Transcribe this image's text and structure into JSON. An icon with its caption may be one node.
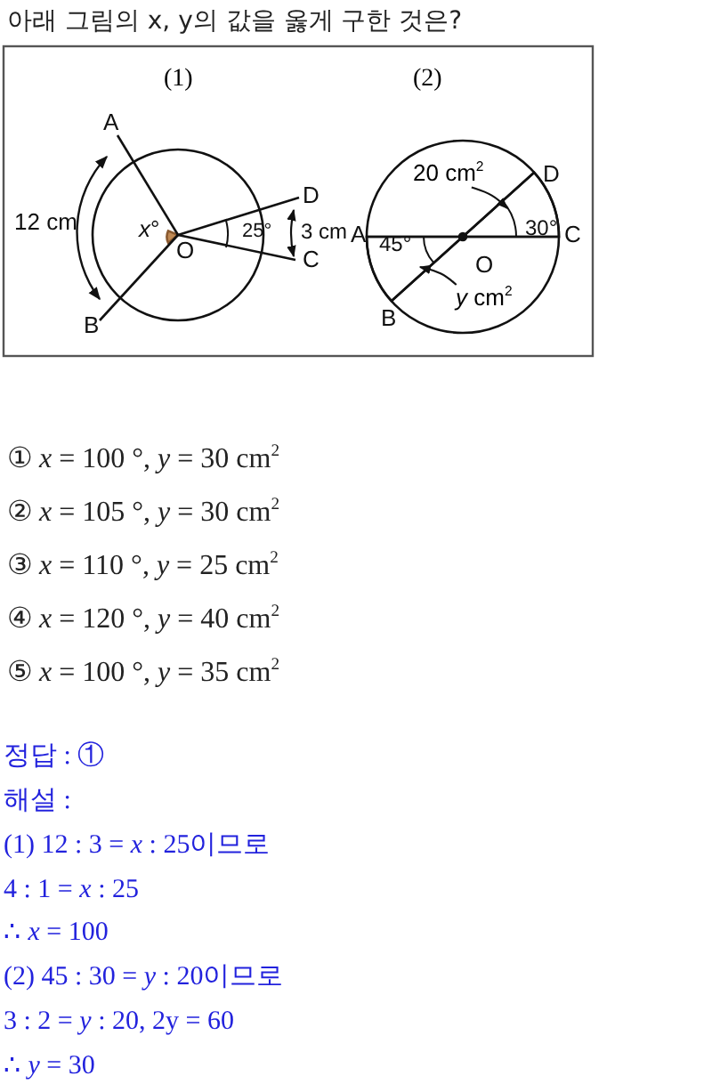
{
  "diagram": {
    "title": "아래 그림의 x, y의 값을 옳게 구한 것은?",
    "nodes": [
      {
        "text": [
          "20 cm$^{2}$"
        ]
      },
      {
        "text": [
          "*y* cm$^{2}$"
        ]
      },
      {
        "text": [],
        "shape": "sector"
      },
      {
        "text": [],
        "shape": "sector"
      }
    ],
    "edges": [
      {
        "from": 0,
        "to": 2,
        "arrow": "to"
      },
      {
        "from": 1,
        "to": 3,
        "arrow": "to"
      }
    ],
    "labels": [
      "(1)",
      "(2)",
      "A",
      "12 cm",
      "*x*°",
      "O",
      "25°",
      "D",
      "3 cm",
      "C",
      "B",
      "D",
      "A",
      "O",
      "30°",
      "C",
      "45°",
      "B",
      "① *x* = 100 °, *y* = 30 cm$^{2}$",
      "② *x* = 105 °, *y* = 30 cm$^{2}$",
      "③ *x* = 110 °, *y* = 25 cm$^{2}$",
      "④ *x* = 120 °, *y* = 40 cm$^{2}$",
      "⑤ *x* = 100 °, *y* = 35 cm$^{2}$",
      "정답 : ①",
      "해설 :",
      "(1) 12 : 3 = *x* : 25이므로",
      "4 : 1 = *x* : 25",
      "∴ *x* = 100",
      "(2) 45 : 30 = *y* : 20이므로",
      "3 : 2 = *y* : 20, 2y = 60",
      "∴ *y* = 30"
    ]
  }
}
